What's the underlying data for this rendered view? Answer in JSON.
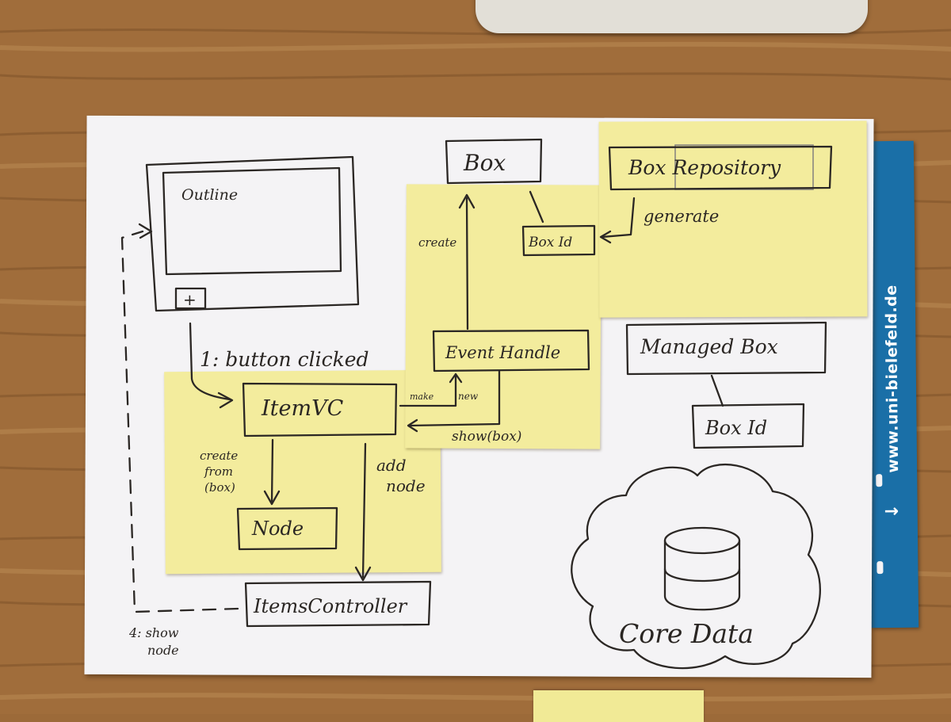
{
  "sketch": {
    "outline_label": "Outline",
    "plus_button": "+",
    "button_clicked": "1: button clicked",
    "itemvc": "ItemVC",
    "make": "make",
    "new": "new",
    "show_box": "show(box)",
    "create_from_box": [
      "create",
      "from",
      "(box)"
    ],
    "node": "Node",
    "add_node": [
      "add",
      "node"
    ],
    "items_controller": "ItemsController",
    "show_node": [
      "4: show",
      "node"
    ],
    "box": "Box",
    "box_id_upper": "Box Id",
    "create": "create",
    "event_handler": "Event Handle",
    "box_repository": "Box Repository",
    "generate": "generate",
    "managed_box": "Managed Box",
    "box_id_lower": "Box Id",
    "core_data": "Core Data"
  },
  "blue_card": {
    "url": "www.uni-bielefeld.de",
    "arrow": "→"
  },
  "colors": {
    "paper": "#f4f3f5",
    "sticky_note": "#f3ec9d",
    "blue_card": "#1a6fa7",
    "ink": "#2b2724",
    "wood": "#9c6a39"
  }
}
